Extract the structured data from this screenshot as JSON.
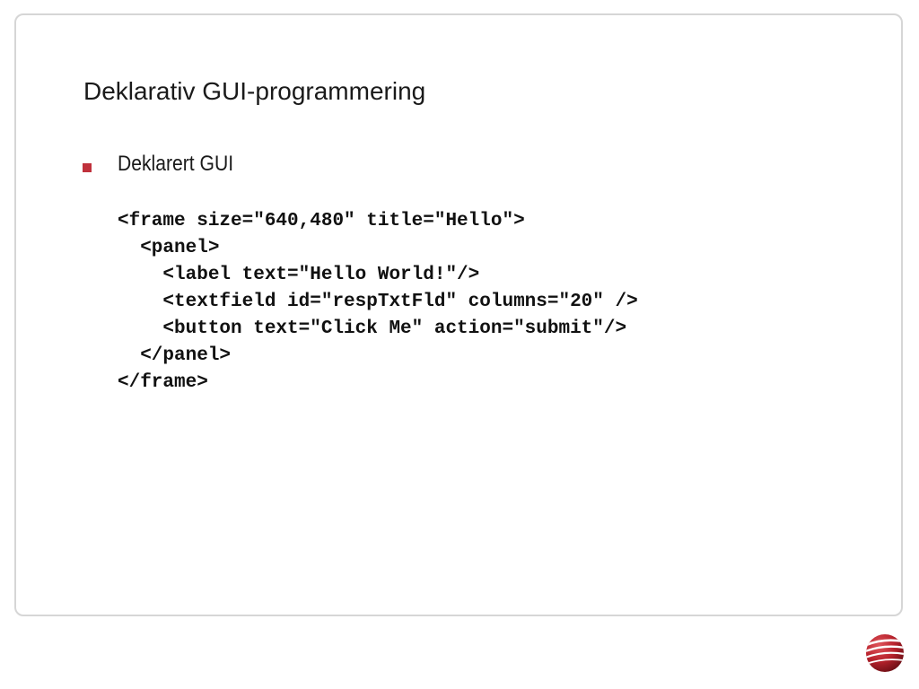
{
  "slide": {
    "title": "Deklarativ GUI-programmering",
    "bullets": [
      {
        "text": "Deklarert GUI"
      }
    ],
    "code_lines": [
      "<frame size=\"640,480\" title=\"Hello\">",
      "  <panel>",
      "    <label text=\"Hello World!\"/>",
      "    <textfield id=\"respTxtFld\" columns=\"20\" />",
      "    <button text=\"Click Me\" action=\"submit\"/>",
      "  </panel>",
      "</frame>"
    ]
  },
  "logo": {
    "icon": "striped-sphere-logo-icon"
  },
  "colors": {
    "accent": "#c0313c",
    "frame_border": "#d6d6d6",
    "text": "#1a1a1a"
  }
}
